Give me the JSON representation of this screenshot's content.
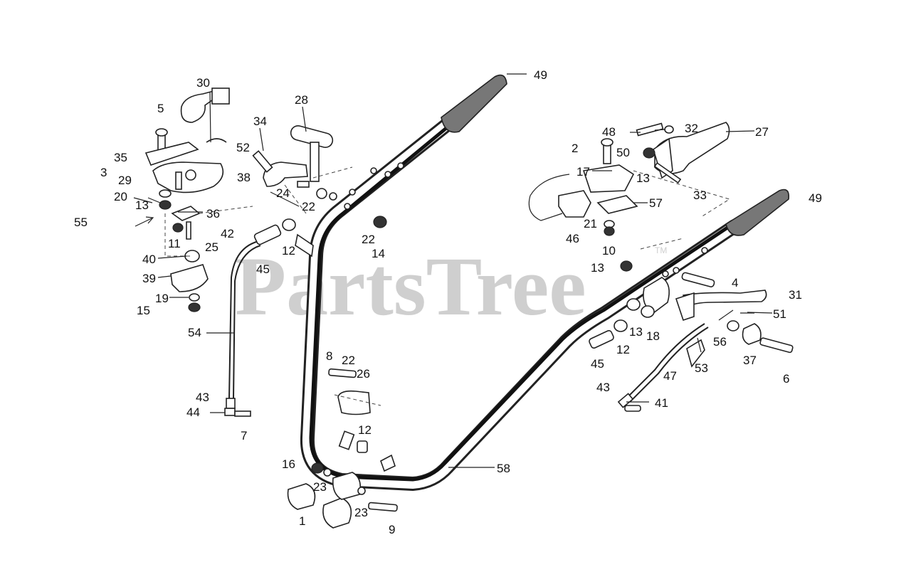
{
  "watermark": "PartsTree",
  "watermark_tm": "TM",
  "callouts": [
    {
      "id": "c1",
      "text": "1"
    },
    {
      "id": "c2",
      "text": "2"
    },
    {
      "id": "c3",
      "text": "3"
    },
    {
      "id": "c4",
      "text": "4"
    },
    {
      "id": "c5",
      "text": "5"
    },
    {
      "id": "c6",
      "text": "6"
    },
    {
      "id": "c7",
      "text": "7"
    },
    {
      "id": "c8",
      "text": "8"
    },
    {
      "id": "c9",
      "text": "9"
    },
    {
      "id": "c10",
      "text": "10"
    },
    {
      "id": "c11",
      "text": "11"
    },
    {
      "id": "c12a",
      "text": "12"
    },
    {
      "id": "c12b",
      "text": "12"
    },
    {
      "id": "c12c",
      "text": "12"
    },
    {
      "id": "c13a",
      "text": "13"
    },
    {
      "id": "c13b",
      "text": "13"
    },
    {
      "id": "c13c",
      "text": "13"
    },
    {
      "id": "c13d",
      "text": "13"
    },
    {
      "id": "c14",
      "text": "14"
    },
    {
      "id": "c15",
      "text": "15"
    },
    {
      "id": "c16",
      "text": "16"
    },
    {
      "id": "c17",
      "text": "17"
    },
    {
      "id": "c18",
      "text": "18"
    },
    {
      "id": "c19",
      "text": "19"
    },
    {
      "id": "c20",
      "text": "20"
    },
    {
      "id": "c21",
      "text": "21"
    },
    {
      "id": "c22a",
      "text": "22"
    },
    {
      "id": "c22b",
      "text": "22"
    },
    {
      "id": "c22c",
      "text": "22"
    },
    {
      "id": "c23a",
      "text": "23"
    },
    {
      "id": "c23b",
      "text": "23"
    },
    {
      "id": "c24",
      "text": "24"
    },
    {
      "id": "c25",
      "text": "25"
    },
    {
      "id": "c26",
      "text": "26"
    },
    {
      "id": "c27",
      "text": "27"
    },
    {
      "id": "c28",
      "text": "28"
    },
    {
      "id": "c29",
      "text": "29"
    },
    {
      "id": "c30",
      "text": "30"
    },
    {
      "id": "c31",
      "text": "31"
    },
    {
      "id": "c32",
      "text": "32"
    },
    {
      "id": "c33",
      "text": "33"
    },
    {
      "id": "c34",
      "text": "34"
    },
    {
      "id": "c35",
      "text": "35"
    },
    {
      "id": "c36",
      "text": "36"
    },
    {
      "id": "c37",
      "text": "37"
    },
    {
      "id": "c38",
      "text": "38"
    },
    {
      "id": "c39",
      "text": "39"
    },
    {
      "id": "c40",
      "text": "40"
    },
    {
      "id": "c41",
      "text": "41"
    },
    {
      "id": "c42",
      "text": "42"
    },
    {
      "id": "c43a",
      "text": "43"
    },
    {
      "id": "c43b",
      "text": "43"
    },
    {
      "id": "c44",
      "text": "44"
    },
    {
      "id": "c45a",
      "text": "45"
    },
    {
      "id": "c45b",
      "text": "45"
    },
    {
      "id": "c46",
      "text": "46"
    },
    {
      "id": "c47",
      "text": "47"
    },
    {
      "id": "c48",
      "text": "48"
    },
    {
      "id": "c49a",
      "text": "49"
    },
    {
      "id": "c49b",
      "text": "49"
    },
    {
      "id": "c50",
      "text": "50"
    },
    {
      "id": "c51",
      "text": "51"
    },
    {
      "id": "c52",
      "text": "52"
    },
    {
      "id": "c53",
      "text": "53"
    },
    {
      "id": "c54",
      "text": "54"
    },
    {
      "id": "c55",
      "text": "55"
    },
    {
      "id": "c56",
      "text": "56"
    },
    {
      "id": "c57",
      "text": "57"
    },
    {
      "id": "c58",
      "text": "58"
    }
  ]
}
